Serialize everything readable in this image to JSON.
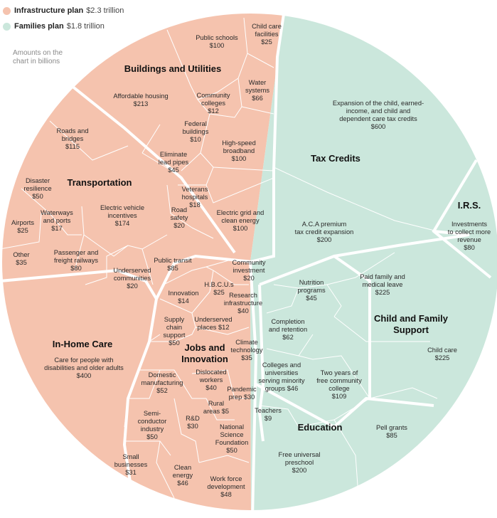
{
  "legend": {
    "items": [
      {
        "name": "Infrastructure plan",
        "amount": "$2.3 trillion",
        "color": "#f5c3ae"
      },
      {
        "name": "Families plan",
        "amount": "$1.8 trillion",
        "color": "#cbe7dc"
      }
    ],
    "note": "Amounts on the chart in billions"
  },
  "colors": {
    "infrastructure": "#f5c3ae",
    "families": "#cbe7dc",
    "line": "#ffffff"
  },
  "chart_data": {
    "type": "treemap",
    "unit": "billions",
    "groups": [
      {
        "plan": "Families plan",
        "category": "Tax Credits",
        "items": [
          {
            "label": "Expansion of the child, earned-income, and child and dependent care tax credits",
            "value": 600
          },
          {
            "label": "A.C.A premium tax credit expansion",
            "value": 200
          }
        ]
      },
      {
        "plan": "Families plan",
        "category": "I.R.S.",
        "items": [
          {
            "label": "Investments to collect more revenue",
            "value": 80
          }
        ]
      },
      {
        "plan": "Families plan",
        "category": "Child and Family Support",
        "items": [
          {
            "label": "Nutrition programs",
            "value": 45
          },
          {
            "label": "Paid family and medical leave",
            "value": 225
          },
          {
            "label": "Child care",
            "value": 225
          }
        ]
      },
      {
        "plan": "Families plan",
        "category": "Education",
        "items": [
          {
            "label": "Completion and retention",
            "value": 62
          },
          {
            "label": "Colleges and universities serving minority groups",
            "value": 46
          },
          {
            "label": "Two years of free community college",
            "value": 109
          },
          {
            "label": "Teachers",
            "value": 9
          },
          {
            "label": "Pell grants",
            "value": 85
          },
          {
            "label": "Free universal preschool",
            "value": 200
          }
        ]
      },
      {
        "plan": "Infrastructure plan",
        "category": "Buildings and Utilities",
        "items": [
          {
            "label": "Public schools",
            "value": 100
          },
          {
            "label": "Child care facilities",
            "value": 25
          },
          {
            "label": "Water systems",
            "value": 66
          },
          {
            "label": "Affordable housing",
            "value": 213
          },
          {
            "label": "Community colleges",
            "value": 12
          },
          {
            "label": "Federal buildings",
            "value": 10
          },
          {
            "label": "High-speed broadband",
            "value": 100
          },
          {
            "label": "Eliminate lead pipes",
            "value": 45
          },
          {
            "label": "Veterans hospitals",
            "value": 18
          },
          {
            "label": "Electric grid and clean energy",
            "value": 100
          }
        ]
      },
      {
        "plan": "Infrastructure plan",
        "category": "Transportation",
        "items": [
          {
            "label": "Roads and bridges",
            "value": 115
          },
          {
            "label": "Disaster resilience",
            "value": 50
          },
          {
            "label": "Waterways and ports",
            "value": 17
          },
          {
            "label": "Airports",
            "value": 25
          },
          {
            "label": "Electric vehicle incentives",
            "value": 174
          },
          {
            "label": "Road safety",
            "value": 20
          },
          {
            "label": "Other",
            "value": 35
          },
          {
            "label": "Passenger and freight railways",
            "value": 80
          },
          {
            "label": "Public transit",
            "value": 85
          },
          {
            "label": "Underserved communities",
            "value": 20
          }
        ]
      },
      {
        "plan": "Infrastructure plan",
        "category": "In-Home Care",
        "items": [
          {
            "label": "Care for people with disabilities and older adults",
            "value": 400
          }
        ]
      },
      {
        "plan": "Infrastructure plan",
        "category": "Jobs and Innovation",
        "items": [
          {
            "label": "Community investment",
            "value": 20
          },
          {
            "label": "H.B.C.U.s",
            "value": 25
          },
          {
            "label": "Research infrastructure",
            "value": 40
          },
          {
            "label": "Innovation",
            "value": 14
          },
          {
            "label": "Supply chain support",
            "value": 50
          },
          {
            "label": "Underserved places",
            "value": 12
          },
          {
            "label": "Climate technology",
            "value": 35
          },
          {
            "label": "Domestic manufacturing",
            "value": 52
          },
          {
            "label": "Dislocated workers",
            "value": 40
          },
          {
            "label": "Pandemic prep",
            "value": 30
          },
          {
            "label": "Rural areas",
            "value": 5
          },
          {
            "label": "Semi-conductor industry",
            "value": 50
          },
          {
            "label": "R&D",
            "value": 30
          },
          {
            "label": "National Science Foundation",
            "value": 50
          },
          {
            "label": "Small businesses",
            "value": 31
          },
          {
            "label": "Clean energy",
            "value": 46
          },
          {
            "label": "Work force development",
            "value": 48
          }
        ]
      }
    ]
  }
}
